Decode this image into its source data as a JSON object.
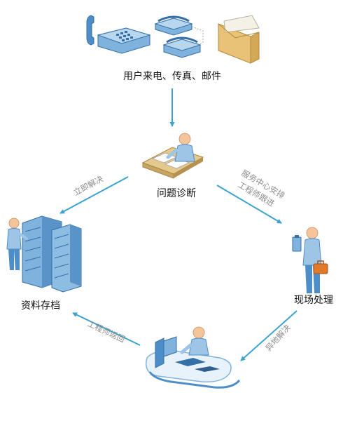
{
  "colors": {
    "arrow": "#3aa3cf",
    "figure_skin": "#f4c59a",
    "figure_shirt": "#9ec4e6",
    "figure_pants": "#4d8ec9",
    "equipment": "#7fb2dc",
    "equipment_dark": "#356fa8",
    "envelope": "#e9c277",
    "desk": "#cfae6d",
    "briefcase": "#e07a2b",
    "label_text": "#111111",
    "edge_text": "#8c8c8c"
  },
  "nodes": {
    "inbound": {
      "label": "用户来电、传真、邮件",
      "icons": [
        "desk-phone-icon",
        "fax-machine-icon",
        "envelope-icon"
      ]
    },
    "diagnosis": {
      "label": "问题诊断",
      "icon": "person-at-desk-icon"
    },
    "onsite": {
      "label": "现场处理",
      "icon": "technician-with-briefcase-icon"
    },
    "remote": {
      "label": "",
      "icon": "computer-workstation-icon"
    },
    "archive": {
      "label": "资料存档",
      "icon": "server-rack-icon"
    }
  },
  "edges": {
    "inbound_to_diagnosis": {
      "label": ""
    },
    "diagnosis_to_archive": {
      "label": "立即解决"
    },
    "diagnosis_to_onsite": {
      "line1": "服务中心安排",
      "line2": "工程师跟进"
    },
    "onsite_to_remote": {
      "label": "异地解决"
    },
    "remote_to_archive": {
      "label": "工程师返回"
    }
  }
}
